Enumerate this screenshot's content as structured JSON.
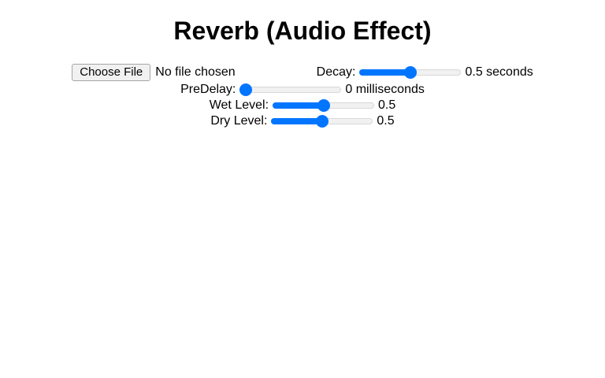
{
  "page": {
    "title": "Reverb (Audio Effect)"
  },
  "file_input": {
    "button_label": "Choose File",
    "status": "No file chosen"
  },
  "sliders": [
    {
      "id": "decay",
      "label": "Decay:",
      "value": 0.5,
      "percent": 50,
      "value_display": "0.5 seconds"
    },
    {
      "id": "predelay",
      "label": "PreDelay:",
      "value": 0,
      "percent": 0,
      "value_display": "0 milliseconds"
    },
    {
      "id": "wet",
      "label": "Wet Level:",
      "value": 0.5,
      "percent": 50,
      "value_display": "0.5"
    },
    {
      "id": "dry",
      "label": "Dry Level:",
      "value": 0.5,
      "percent": 50,
      "value_display": "0.5"
    }
  ],
  "colors": {
    "accent": "#0075ff",
    "track": "#f1f1f1",
    "track_border": "#d8d8d8",
    "button_bg": "#f1f1f1",
    "button_border": "#a5a5a5",
    "text": "#000000"
  }
}
